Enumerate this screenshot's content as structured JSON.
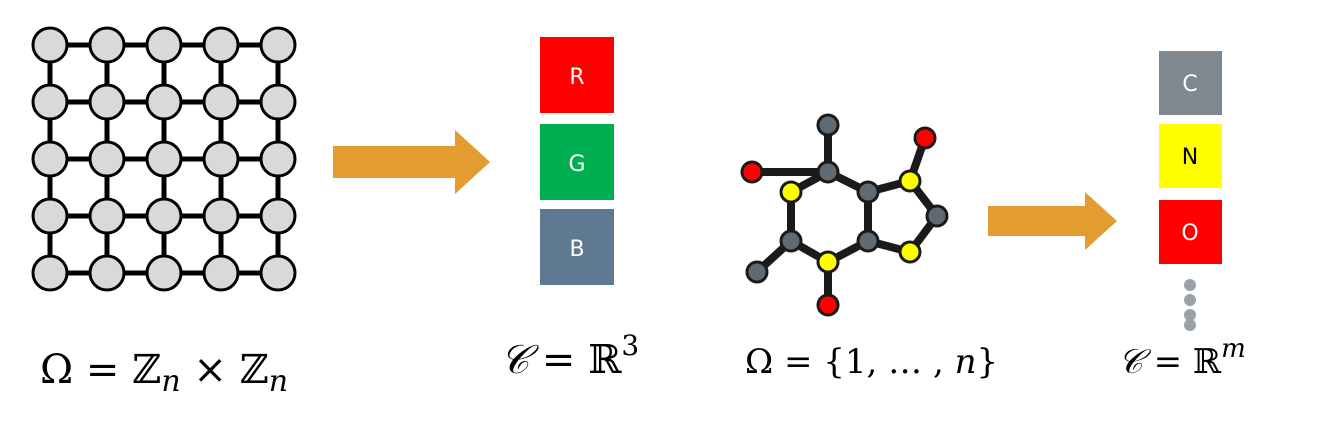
{
  "figure": {
    "grid": {
      "rows": 5,
      "cols": 5,
      "node_color": "#d9d9d9",
      "edge_color": "#000000"
    },
    "arrow_color": "#e39c30",
    "rgb_channels": [
      {
        "label": "R",
        "color": "#ff0000",
        "text_color": "#ffffff"
      },
      {
        "label": "G",
        "color": "#00b050",
        "text_color": "#ffffff"
      },
      {
        "label": "B",
        "color": "#5f7992",
        "text_color": "#ffffff"
      }
    ],
    "molecule": {
      "atom_colors": {
        "carbon": "#5f6a72",
        "nitrogen": "#ffff00",
        "oxygen": "#ff0000"
      }
    },
    "atom_channels": [
      {
        "label": "C",
        "color": "#7f878f",
        "text_color": "#ffffff"
      },
      {
        "label": "N",
        "color": "#ffff00",
        "text_color": "#000000"
      },
      {
        "label": "O",
        "color": "#ff0000",
        "text_color": "#ffffff"
      }
    ],
    "ellipsis_color": "#9aa1a8",
    "labels": {
      "grid_domain": "Ω = ℤn × ℤn",
      "rgb_space": "𝒞 = ℝ3",
      "molecule_domain": "Ω = {1, … , n}",
      "atom_space": "𝒞 = ℝm"
    }
  }
}
